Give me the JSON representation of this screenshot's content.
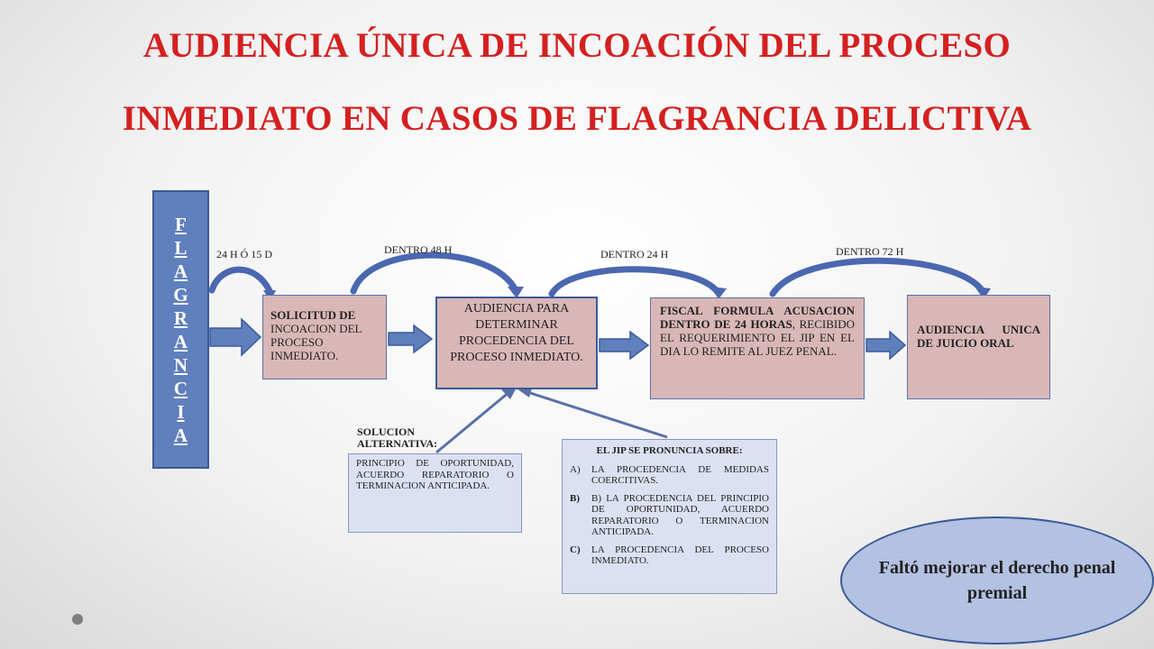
{
  "title": {
    "line1": "AUDIENCIA ÚNICA DE INCOACIÓN DEL PROCESO",
    "line2": "INMEDIATO EN CASOS DE FLAGRANCIA DELICTIVA"
  },
  "flagrancia_letters": [
    "F",
    "L",
    "A",
    "G",
    "R",
    "A",
    "N",
    "C",
    "I",
    "A"
  ],
  "timing_labels": {
    "first": "24 H Ó 15 D",
    "second": "DENTRO 48 H",
    "third": "DENTRO 24 H",
    "fourth": "DENTRO 72 H"
  },
  "steps": {
    "solicitud": {
      "bold": "SOLICITUD DE",
      "rest": "INCOACION DEL PROCESO INMEDIATO."
    },
    "audiencia_procedencia": "AUDIENCIA PARA DETERMINAR PROCEDENCIA DEL PROCESO INMEDIATO.",
    "fiscal": {
      "bold": "FISCAL FORMULA ACUSACION DENTRO DE 24 HORAS",
      "rest": ", RECIBIDO EL REQUERIMIENTO EL JIP EN EL DIA LO REMITE AL JUEZ PENAL."
    },
    "juicio_oral": "AUDIENCIA UNICA DE JUICIO ORAL"
  },
  "solucion_alternativa": {
    "label": "SOLUCION ALTERNATIVA:",
    "text": "PRINCIPIO DE OPORTUNIDAD, ACUERDO REPARATORIO O TERMINACION ANTICIPADA."
  },
  "jip": {
    "heading": "EL JIP SE PRONUNCIA SOBRE:",
    "items": [
      {
        "label": "A)",
        "text": "LA PROCEDENCIA DE MEDIDAS COERCITIVAS."
      },
      {
        "label": "B)",
        "text": "B) LA PROCEDENCIA DEL PRINCIPIO DE OPORTUNIDAD, ACUERDO REPARATORIO O TERMINACION ANTICIPADA."
      },
      {
        "label": "C)",
        "text": "LA PROCEDENCIA DEL PROCESO INMEDIATO."
      }
    ]
  },
  "note": "Faltó mejorar el derecho penal premial",
  "colors": {
    "title": "#d42020",
    "box_pink": "#d9b7b7",
    "box_blue": "#5f7fbd",
    "box_light": "#dce1f1",
    "ellipse": "#b3c1e2",
    "arrow": "#4a67b0"
  }
}
